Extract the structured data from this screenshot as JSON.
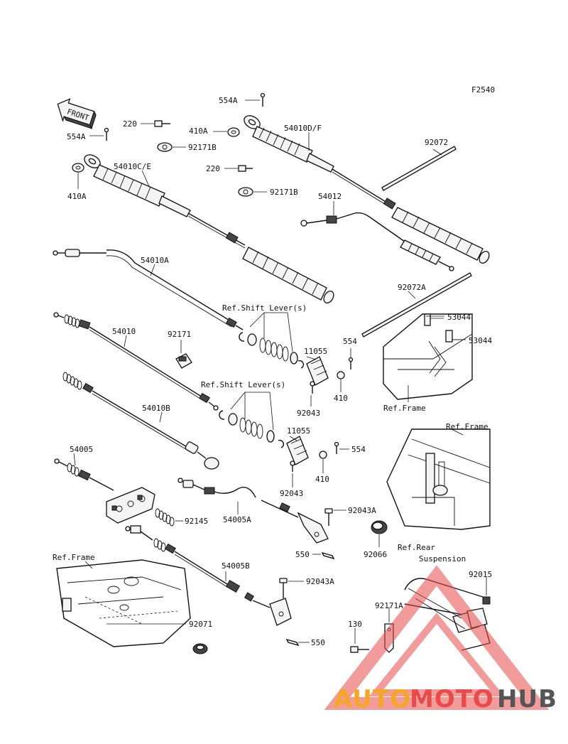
{
  "figure_code": "F2540",
  "front_badge": "FRONT",
  "watermark": {
    "auto": "AUTO",
    "moto": "MOTO",
    "hub": "HUB",
    "colors": {
      "auto": "#f5a623",
      "moto": "#e94b4b",
      "hub": "#555555",
      "triangle": "#e94b4b"
    }
  },
  "labels": {
    "l_554A_top": "554A",
    "l_554A_left": "554A",
    "l_220_a": "220",
    "l_410A_top": "410A",
    "l_54010DF": "54010D/F",
    "l_92171B_a": "92171B",
    "l_92072": "92072",
    "l_410A_left": "410A",
    "l_54010CE": "54010C/E",
    "l_220_b": "220",
    "l_92171B_b": "92171B",
    "l_54012": "54012",
    "l_54010A": "54010A",
    "l_92072A": "92072A",
    "l_ref_shift_1": "Ref.Shift Lever(s)",
    "l_53044_a": "53044",
    "l_54010": "54010",
    "l_92171": "92171",
    "l_53044_b": "53044",
    "l_11055_a": "11055",
    "l_554": "554",
    "l_410_a": "410",
    "l_92043_a": "92043",
    "l_ref_shift_2": "Ref.Shift Lever(s)",
    "l_ref_frame_1": "Ref.Frame",
    "l_54010B": "54010B",
    "l_ref_frame_2": "Ref.Frame",
    "l_11055_b": "11055",
    "l_554_b": "554",
    "l_54005": "54005",
    "l_410_b": "410",
    "l_92043_b": "92043",
    "l_92043A_a": "92043A",
    "l_92145": "92145",
    "l_54005A": "54005A",
    "l_550_a": "550",
    "l_92066": "92066",
    "l_ref_rear_1": "Ref.Rear",
    "l_ref_rear_2": "Suspension",
    "l_ref_frame_3": "Ref.Frame",
    "l_54005B": "54005B",
    "l_92015": "92015",
    "l_92043A_b": "92043A",
    "l_92171A": "92171A",
    "l_130": "130",
    "l_92071": "92071",
    "l_550_b": "550"
  }
}
